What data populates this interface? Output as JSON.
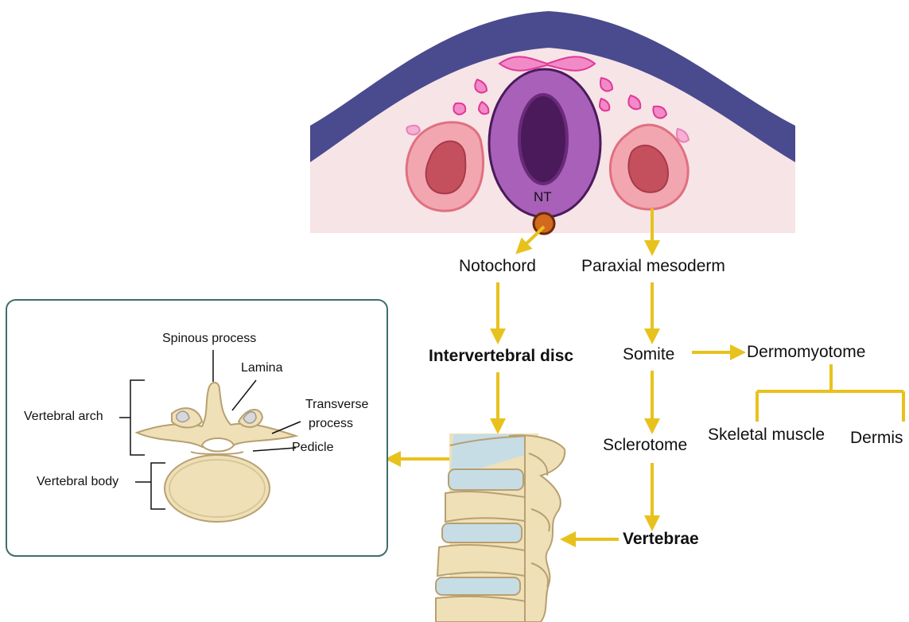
{
  "labels": {
    "nt": "NT",
    "notochord": "Notochord",
    "paraxial_mesoderm": "Paraxial mesoderm",
    "intervertebral_disc": "Intervertebral disc",
    "somite": "Somite",
    "dermomyotome": "Dermomyotome",
    "sclerotome": "Sclerotome",
    "skeletal_muscle": "Skeletal muscle",
    "dermis": "Dermis",
    "vertebrae": "Vertebrae"
  },
  "vertebra_inset": {
    "spinous_process": "Spinous process",
    "lamina": "Lamina",
    "transverse_process_line1": "Transverse",
    "transverse_process_line2": "process",
    "pedicle": "Pedicle",
    "vertebral_arch": "Vertebral arch",
    "vertebral_body": "Vertebral body"
  },
  "colors": {
    "arrow": "#e8c21c",
    "skin": "#4a4a8e",
    "tissue": "#f7e4e6",
    "neural_tube_outer": "#a860b8",
    "neural_tube_inner": "#4a1a5a",
    "somite_outer": "#f2a7b0",
    "somite_inner": "#c4505e",
    "notochord": "#d2691e",
    "neural_crest": "#e0389a",
    "bone": "#efe0b8",
    "disc": "#c6dde6",
    "inset_border": "#3f6e6a"
  }
}
